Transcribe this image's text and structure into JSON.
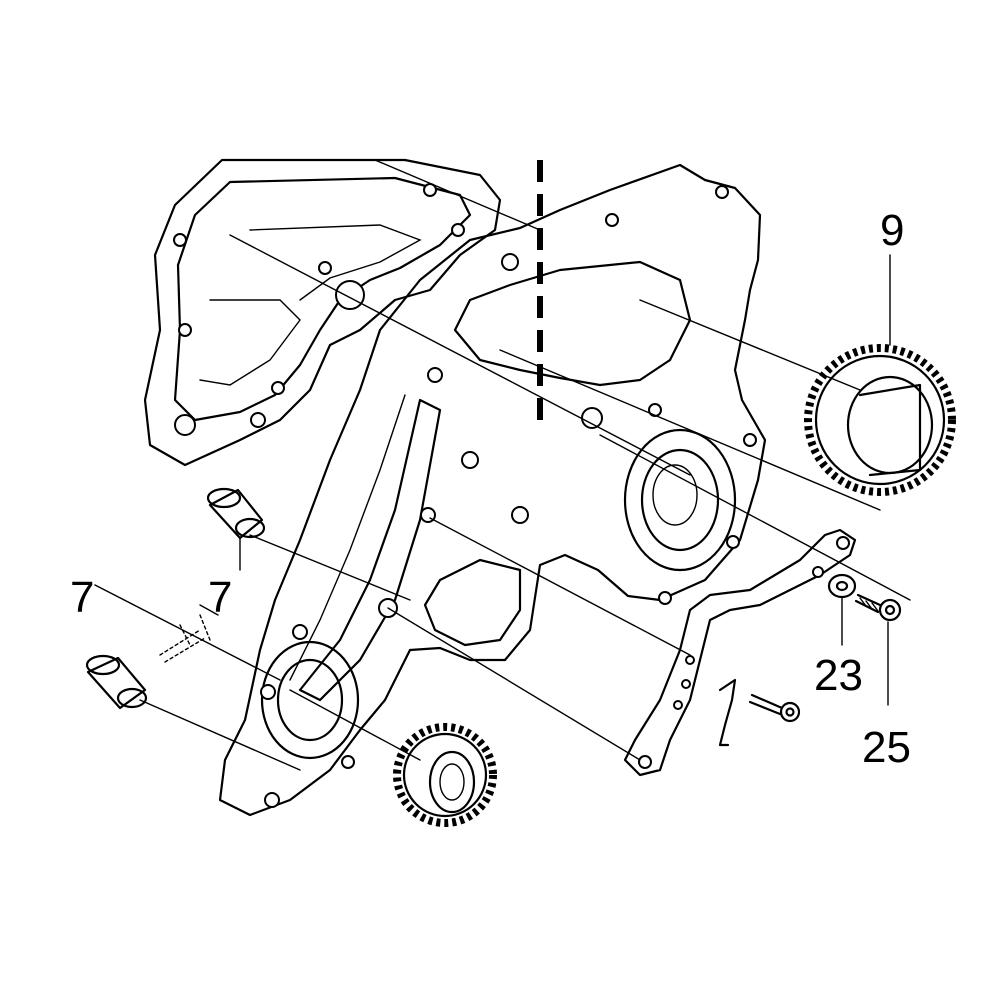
{
  "colors": {
    "highlight": "#ffff33",
    "ink": "#000000",
    "background": "#ffffff"
  },
  "labels": [
    {
      "id": "label-9",
      "text": "9"
    },
    {
      "id": "label-7",
      "text": "7"
    },
    {
      "id": "label-7-partial",
      "text": "7"
    },
    {
      "id": "label-23",
      "text": "23"
    },
    {
      "id": "label-25",
      "text": "25"
    }
  ]
}
